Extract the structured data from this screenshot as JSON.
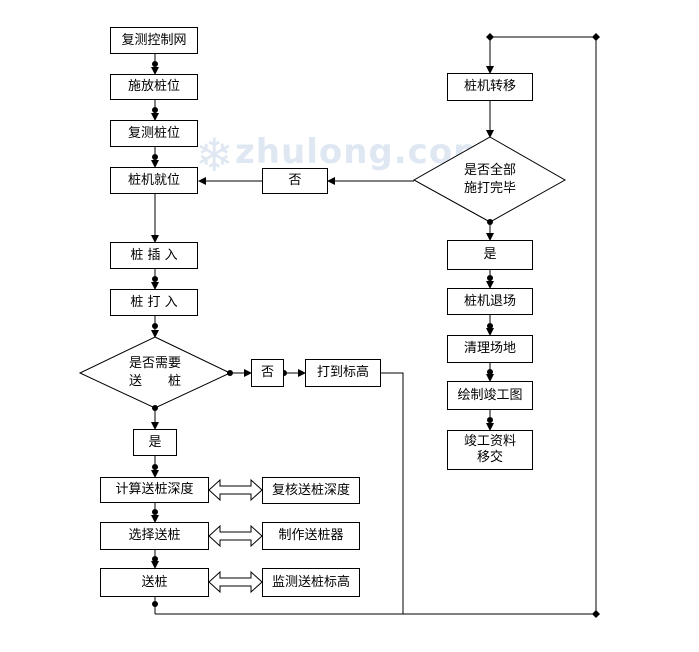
{
  "left_column": {
    "resurvey_control_network": "复测控制网",
    "lay_out_pile_positions": "施放桩位",
    "resurvey_pile_positions": "复测桩位",
    "pile_machine_in_position": "桩机就位",
    "pile_insertion": "桩 插 入",
    "pile_driving": "桩 打 入",
    "decision_need_follower": [
      "是否需要",
      "送　　桩"
    ],
    "yes_label": "是",
    "no_label": "否",
    "drive_to_elevation": "打到标高",
    "calc_follower_depth": "计算送桩深度",
    "select_follower": "选择送桩",
    "follower_driving": "送桩"
  },
  "side_column": {
    "recheck_follower_depth": "复核送桩深度",
    "make_follower_device": "制作送桩器",
    "monitor_follower_elevation": "监测送桩标高"
  },
  "right_column": {
    "pile_machine_transfer": "桩机转移",
    "decision_all_done": [
      "是否全部",
      "施打完毕"
    ],
    "no_label": "否",
    "yes_label": "是",
    "pile_machine_exit": "桩机退场",
    "clean_site": "清理场地",
    "draw_as_built": "绘制竣工图",
    "handover_docs": "竣工资料移交"
  },
  "watermark": "zhulong.com",
  "colors": {
    "line": "#000000",
    "watermark": "#dfe8f2"
  }
}
